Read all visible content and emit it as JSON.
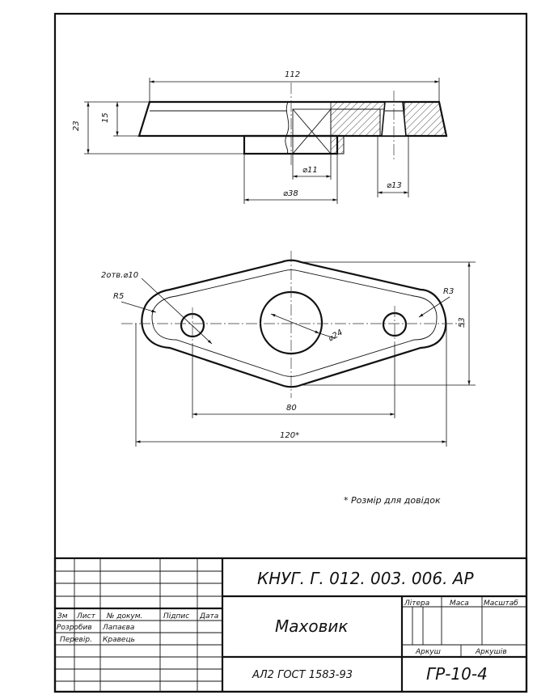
{
  "drawing": {
    "dimensions": {
      "overall_length_top": "112",
      "height_total": "23",
      "height_flange": "15",
      "bore_small": "⌀11",
      "hub_diameter": "⌀38",
      "hole_diameter_top": "⌀13",
      "holes_note": "2отв.⌀10",
      "radius_outer": "R5",
      "radius_right": "R3",
      "center_bore": "⌀24",
      "height_plan": "53",
      "hole_spacing": "80",
      "overall_length_plan": "120*"
    },
    "footnote": "* Розмір для довідок"
  },
  "title_block": {
    "code": "КНУГ. Г. 012. 003. 006. АР",
    "headers": {
      "zm": "Зм",
      "list": "Лист",
      "doc_no": "№ докум.",
      "signature": "Підпис",
      "date": "Дата"
    },
    "roles": {
      "developer_label": "Розробив",
      "developer_name": "Лапаєва",
      "checker_label": "Перевір.",
      "checker_name": "Кравець"
    },
    "part_name": "Маховик",
    "material": "АЛ2 ГОСТ 1583-93",
    "group": "ГР-10-4",
    "columns": {
      "litera": "Літера",
      "mass": "Маса",
      "scale": "Масштаб",
      "sheet": "Аркуш",
      "sheets": "Аркушів"
    }
  }
}
